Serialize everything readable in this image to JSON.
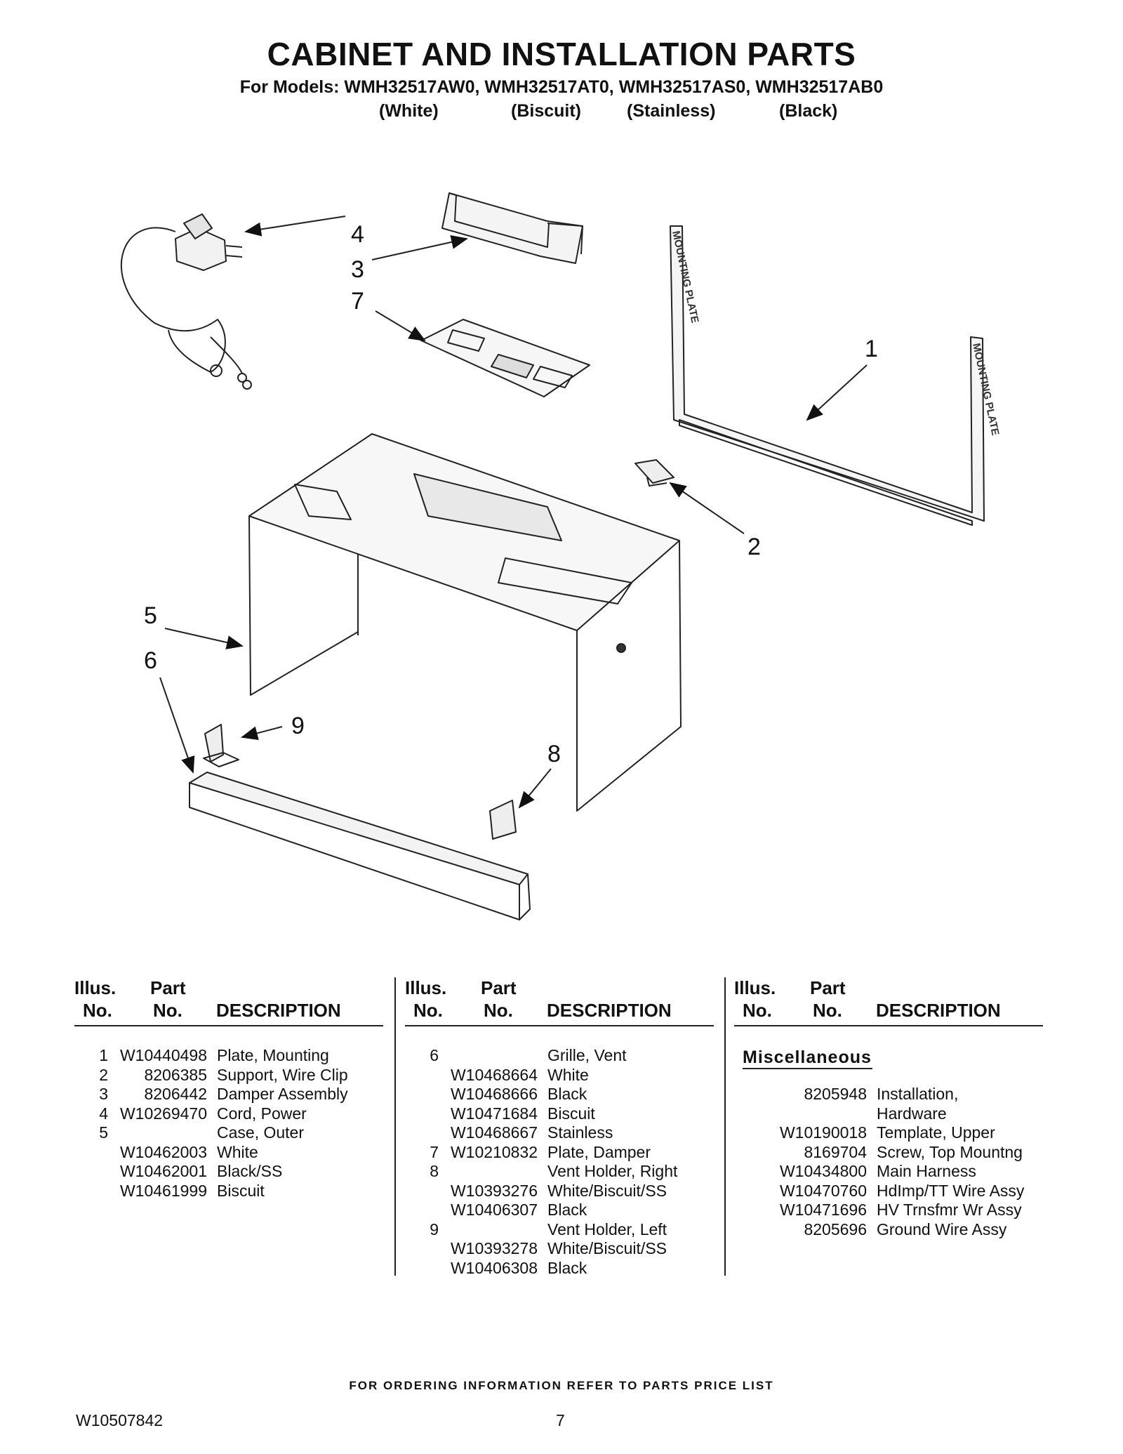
{
  "header": {
    "title": "CABINET AND INSTALLATION PARTS",
    "models": "For Models: WMH32517AW0, WMH32517AT0, WMH32517AS0, WMH32517AB0",
    "colors": [
      "(White)",
      "(Biscuit)",
      "(Stainless)",
      "(Black)"
    ]
  },
  "diagram": {
    "callouts": [
      "1",
      "2",
      "3",
      "4",
      "5",
      "6",
      "7",
      "8",
      "9"
    ],
    "mounting_plate_text": "MOUNTING PLATE"
  },
  "table": {
    "head": {
      "illus": "Illus.",
      "no": "No.",
      "part": "Part",
      "description": "DESCRIPTION"
    },
    "col1": [
      {
        "illus": "1",
        "part": "W10440498",
        "desc": "Plate, Mounting"
      },
      {
        "illus": "2",
        "part": "8206385",
        "desc": "Support, Wire Clip"
      },
      {
        "illus": "3",
        "part": "8206442",
        "desc": "Damper Assembly"
      },
      {
        "illus": "4",
        "part": "W10269470",
        "desc": "Cord, Power"
      },
      {
        "illus": "5",
        "part": "",
        "desc": "Case, Outer"
      },
      {
        "illus": "",
        "part": "W10462003",
        "desc": "White"
      },
      {
        "illus": "",
        "part": "W10462001",
        "desc": "Black/SS"
      },
      {
        "illus": "",
        "part": "W10461999",
        "desc": "Biscuit"
      }
    ],
    "col2": [
      {
        "illus": "6",
        "part": "",
        "desc": "Grille, Vent"
      },
      {
        "illus": "",
        "part": "W10468664",
        "desc": "White"
      },
      {
        "illus": "",
        "part": "W10468666",
        "desc": "Black"
      },
      {
        "illus": "",
        "part": "W10471684",
        "desc": "Biscuit"
      },
      {
        "illus": "",
        "part": "W10468667",
        "desc": "Stainless"
      },
      {
        "illus": "7",
        "part": "W10210832",
        "desc": "Plate, Damper"
      },
      {
        "illus": "8",
        "part": "",
        "desc": "Vent Holder, Right"
      },
      {
        "illus": "",
        "part": "W10393276",
        "desc": "White/Biscuit/SS"
      },
      {
        "illus": "",
        "part": "W10406307",
        "desc": "Black"
      },
      {
        "illus": "9",
        "part": "",
        "desc": "Vent Holder, Left"
      },
      {
        "illus": "",
        "part": "W10393278",
        "desc": "White/Biscuit/SS"
      },
      {
        "illus": "",
        "part": "W10406308",
        "desc": "Black"
      }
    ],
    "misc_title": "Miscellaneous",
    "col3": [
      {
        "part": "8205948",
        "desc": "Installation,"
      },
      {
        "part": "",
        "desc": "Hardware"
      },
      {
        "part": "W10190018",
        "desc": "Template, Upper"
      },
      {
        "part": "8169704",
        "desc": "Screw, Top Mountng"
      },
      {
        "part": "W10434800",
        "desc": "Main Harness"
      },
      {
        "part": "W10470760",
        "desc": "HdImp/TT Wire Assy"
      },
      {
        "part": "W10471696",
        "desc": "HV Trnsfmr Wr Assy"
      },
      {
        "part": "8205696",
        "desc": "Ground Wire Assy"
      }
    ]
  },
  "footer": {
    "ordering": "FOR ORDERING INFORMATION REFER TO PARTS PRICE LIST",
    "doc_number": "W10507842",
    "page": "7"
  }
}
